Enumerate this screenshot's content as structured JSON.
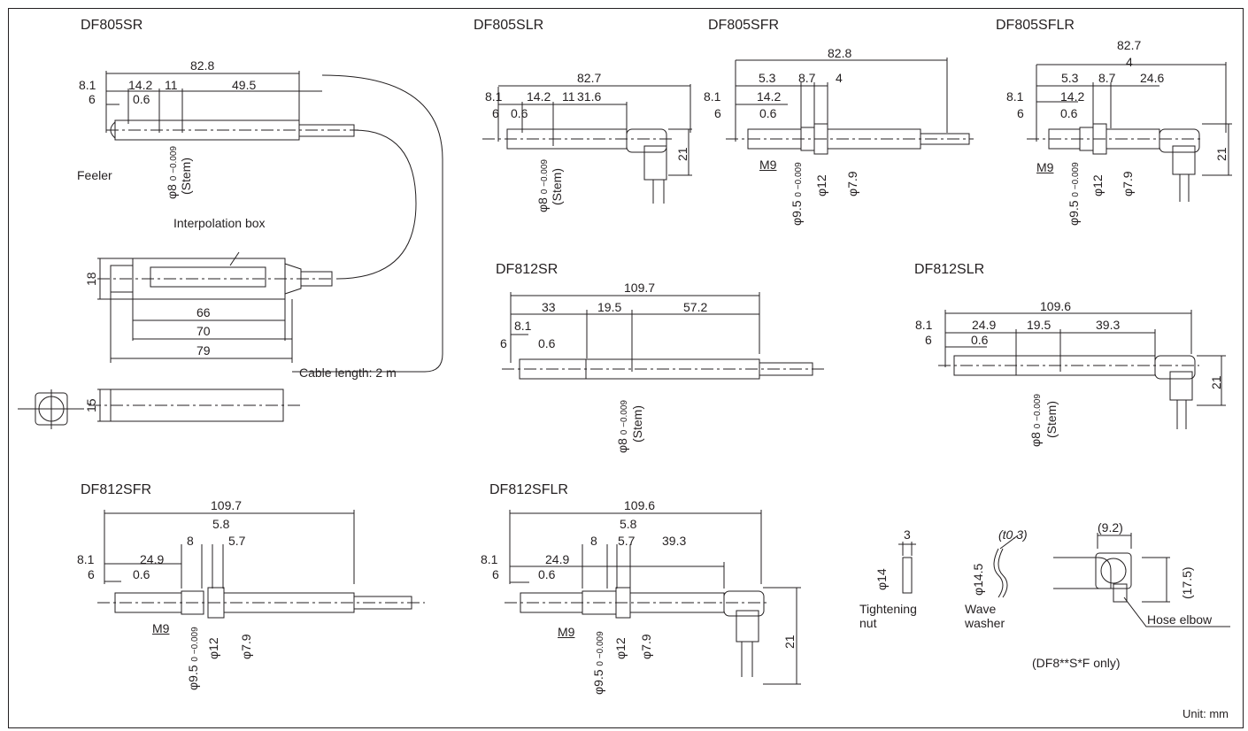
{
  "models": {
    "df805sr": "DF805SR",
    "df805slr": "DF805SLR",
    "df805sfr": "DF805SFR",
    "df805sflr": "DF805SFLR",
    "df812sr": "DF812SR",
    "df812slr": "DF812SLR",
    "df812sfr": "DF812SFR",
    "df812sflr": "DF812SFLR"
  },
  "labels": {
    "feeler": "Feeler",
    "interpolation_box": "Interpolation box",
    "cable_length": "Cable length: 2 m",
    "tightening_nut": "Tightening\nnut",
    "wave_washer": "Wave\nwasher",
    "hose_elbow": "Hose elbow",
    "df8_note": "(DF8**S*F only)",
    "unit": "Unit: mm",
    "stem": "(Stem)",
    "m9": "M9"
  },
  "dims": {
    "d82_8": "82.8",
    "d82_7": "82.7",
    "d8_1": "8.1",
    "d14_2": "14.2",
    "d11": "11",
    "d49_5": "49.5",
    "d6": "6",
    "d0_6": "0.6",
    "d31_6": "31.6",
    "d5_3": "5.3",
    "d8_7": "8.7",
    "d4": "4",
    "d24_6": "24.6",
    "d21": "21",
    "d18": "18",
    "d66": "66",
    "d70": "70",
    "d79": "79",
    "d15": "15",
    "d109_7": "109.7",
    "d109_6": "109.6",
    "d33": "33",
    "d19_5": "19.5",
    "d57_2": "57.2",
    "d24_9": "24.9",
    "d39_3": "39.3",
    "d5_8": "5.8",
    "d8": "8",
    "d5_7": "5.7",
    "d3": "3",
    "d14": "φ14",
    "d14_5": "φ14.5",
    "t0_3": "(t0.3)",
    "d9_2": "(9.2)",
    "d17_5": "(17.5)",
    "phi8": "φ8 ",
    "phi8_tol": "0 −0.009",
    "phi9_5": "φ9.5 ",
    "phi9_5_tol": "0 −0.009",
    "phi12": "φ12",
    "phi7_9": "φ7.9"
  }
}
